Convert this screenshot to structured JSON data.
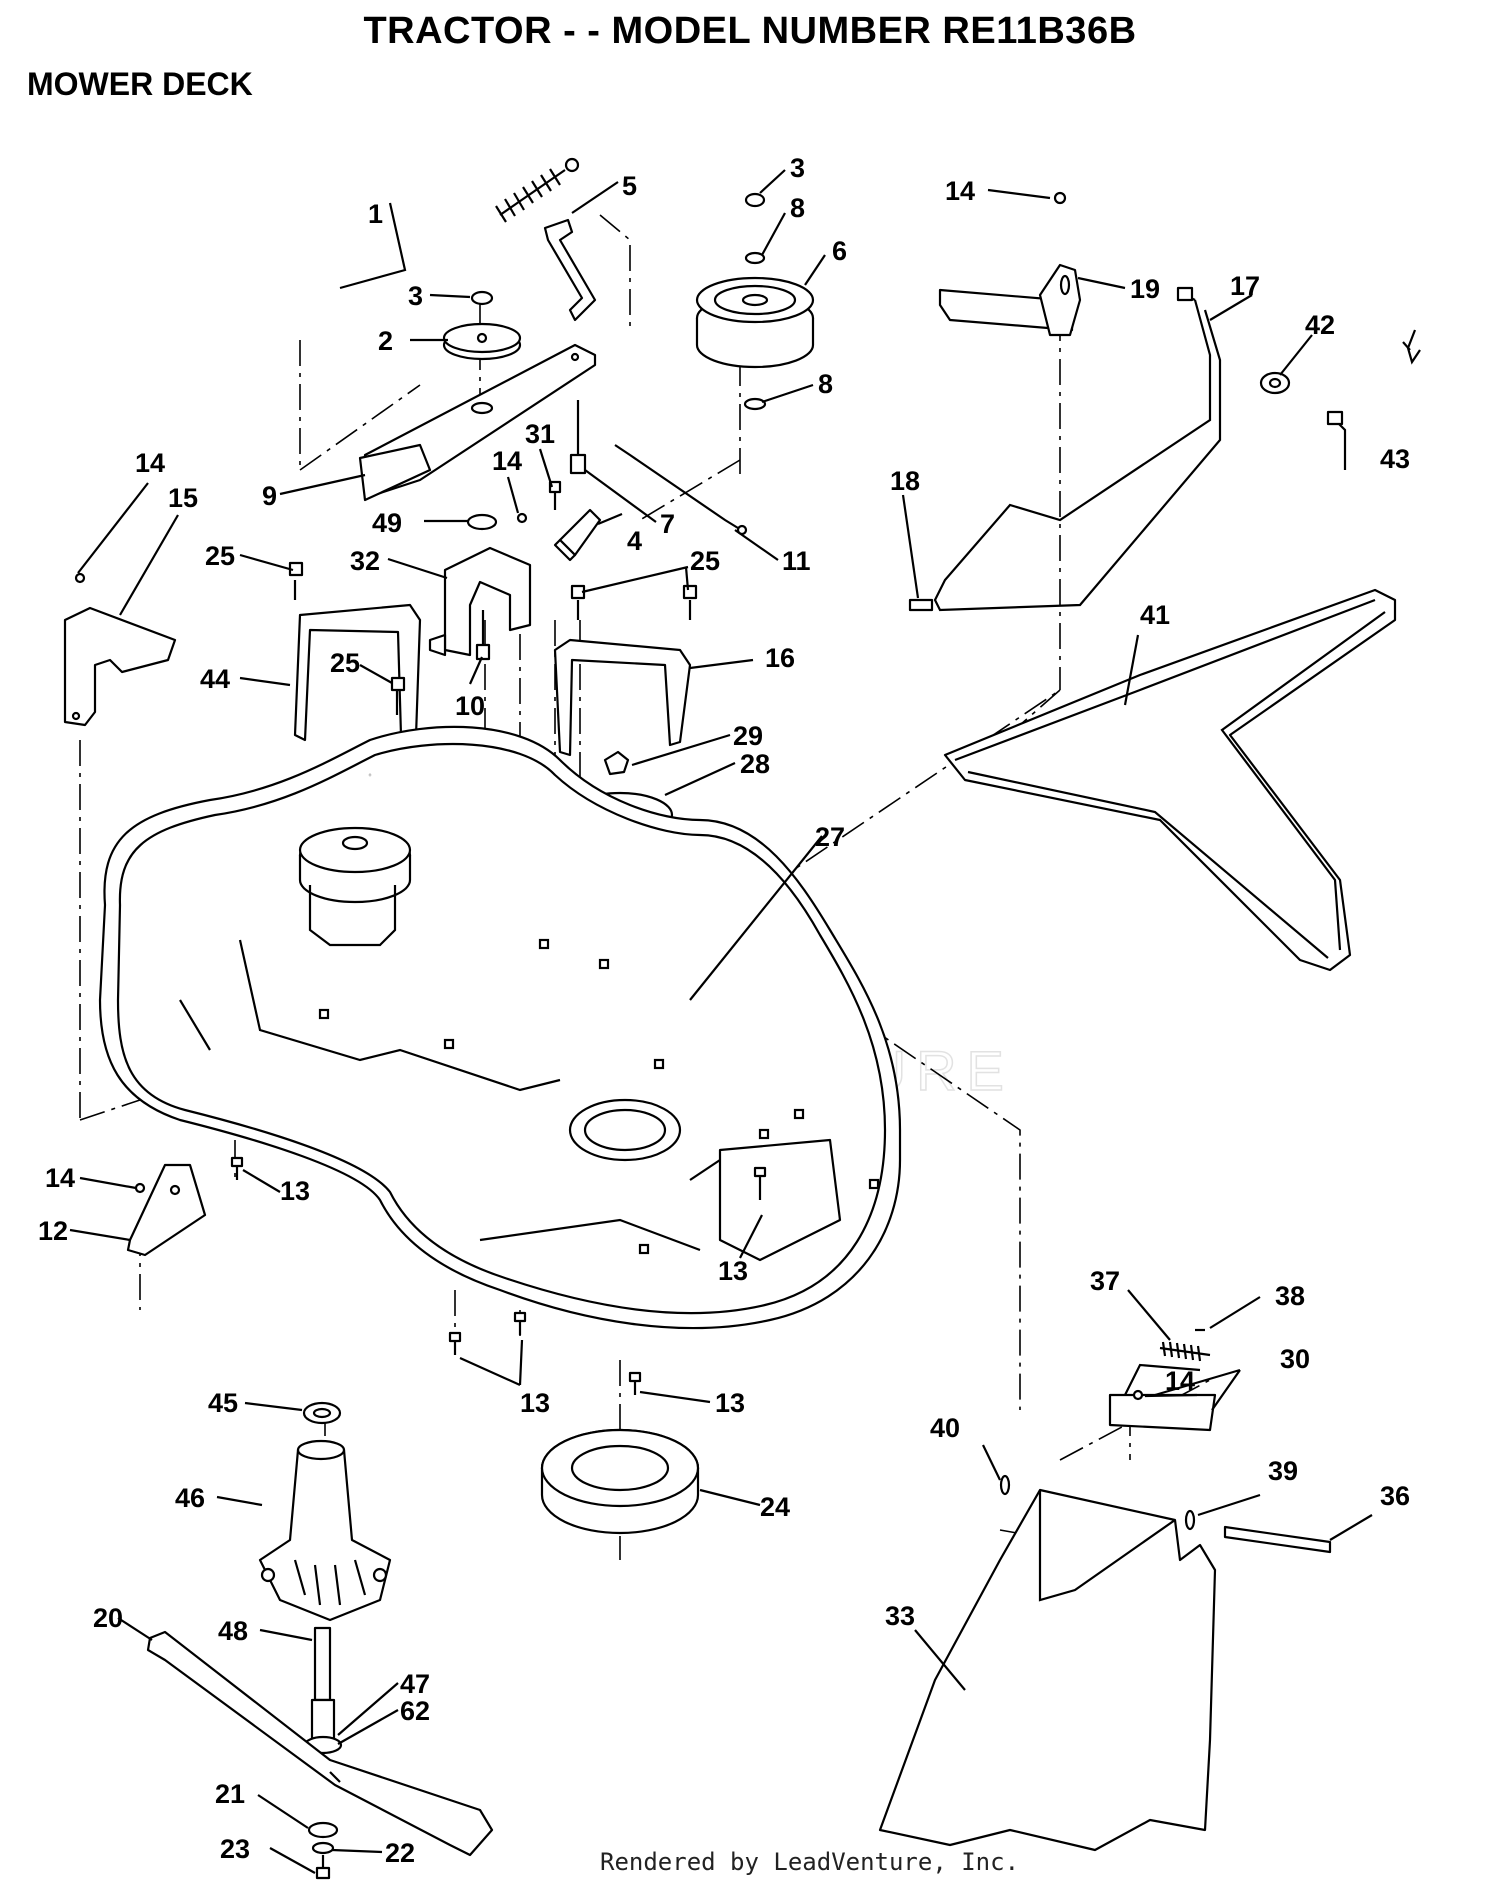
{
  "header": {
    "title": "TRACTOR - - MODEL NUMBER RE11B36B",
    "section": "MOWER DECK"
  },
  "footer": {
    "credit": "Rendered by LeadVenture, Inc."
  },
  "watermark": {
    "text": "LEADVENTURE"
  },
  "callouts": {
    "c1": "1",
    "c2": "2",
    "c3a": "3",
    "c3b": "3",
    "c4": "4",
    "c5": "5",
    "c6": "6",
    "c7": "7",
    "c8a": "8",
    "c8b": "8",
    "c9": "9",
    "c10": "10",
    "c11": "11",
    "c12": "12",
    "c13a": "13",
    "c13b": "13",
    "c13c": "13",
    "c13d": "13",
    "c14a": "14",
    "c14b": "14",
    "c14c": "14",
    "c14d": "14",
    "c14e": "14",
    "c15": "15",
    "c16": "16",
    "c17": "17",
    "c18": "18",
    "c19": "19",
    "c20": "20",
    "c21": "21",
    "c22": "22",
    "c23": "23",
    "c24": "24",
    "c25a": "25",
    "c25b": "25",
    "c25c": "25",
    "c27": "27",
    "c28": "28",
    "c29": "29",
    "c30": "30",
    "c31": "31",
    "c32": "32",
    "c33": "33",
    "c36": "36",
    "c37": "37",
    "c38": "38",
    "c39": "39",
    "c40": "40",
    "c41": "41",
    "c42": "42",
    "c43": "43",
    "c44": "44",
    "c45": "45",
    "c46": "46",
    "c47": "47",
    "c48": "48",
    "c49": "49",
    "c62": "62"
  }
}
